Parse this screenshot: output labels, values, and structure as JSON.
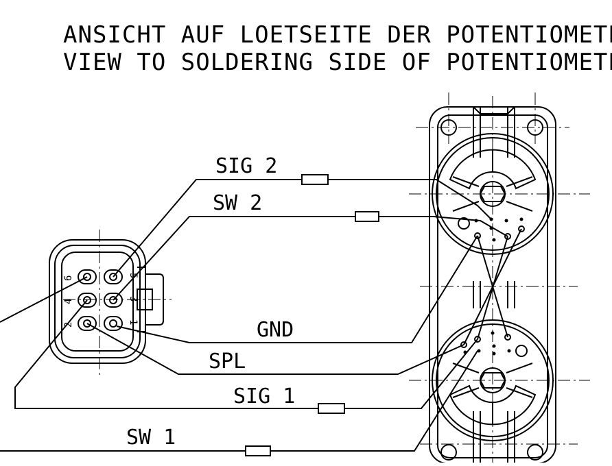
{
  "title": {
    "line1": "ANSICHT AUF LOETSEITE DER POTENTIOMETER",
    "line2": "VIEW TO SOLDERING SIDE OF POTENTIOMETER"
  },
  "wires": {
    "sig2": "SIG 2",
    "sw2": "SW 2",
    "gnd": "GND",
    "spl": "SPL",
    "sig1": "SIG 1",
    "sw1": "SW 1"
  },
  "connector": {
    "pins": [
      "6",
      "5",
      "4",
      "3",
      "2",
      "1"
    ]
  },
  "colors": {
    "line": "#000000",
    "background": "#ffffff"
  }
}
